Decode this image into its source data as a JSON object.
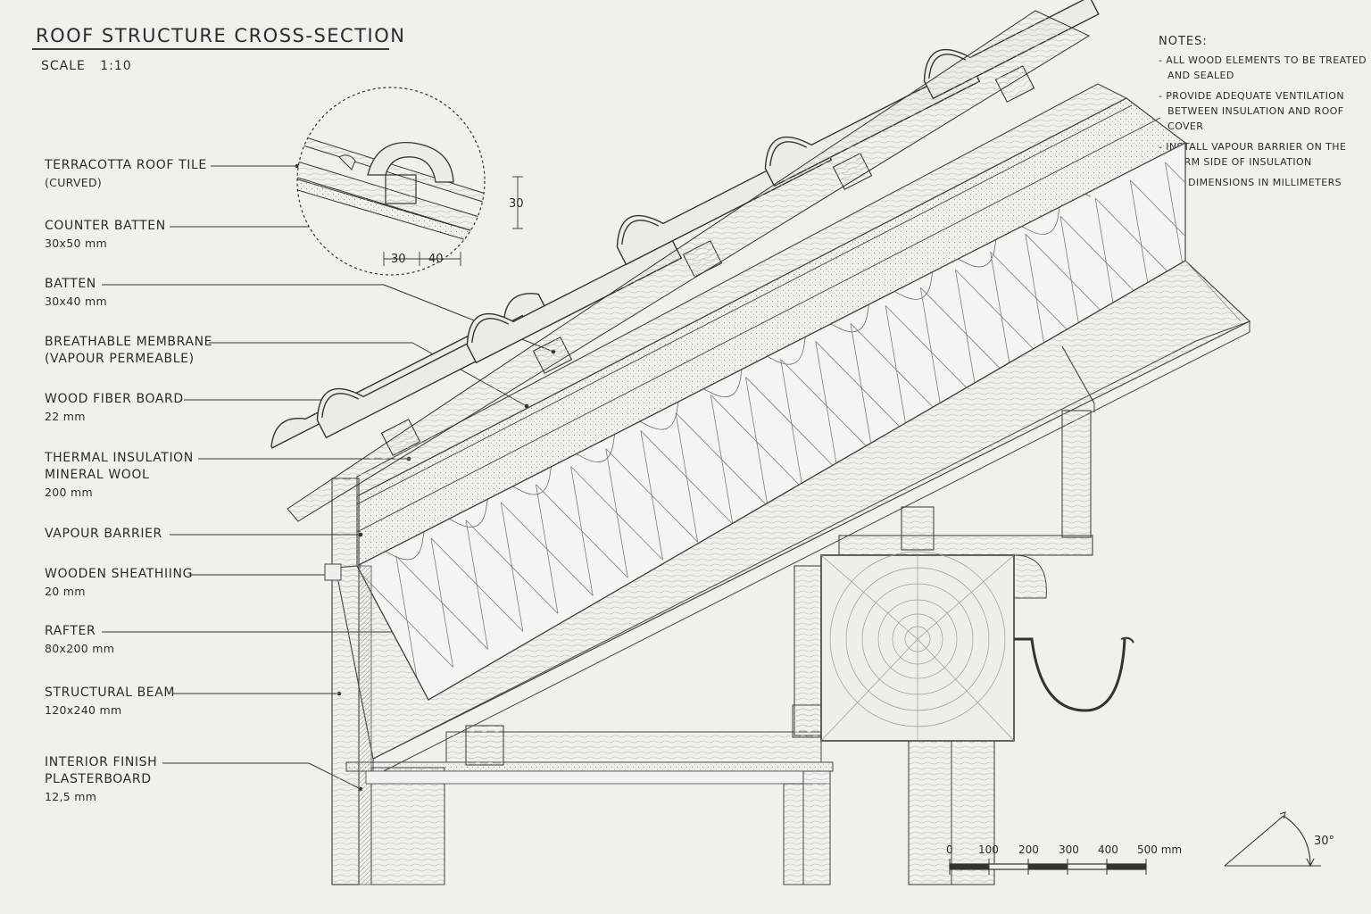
{
  "header": {
    "title": "ROOF STRUCTURE CROSS-SECTION",
    "scale": "SCALE   1:10"
  },
  "layers": [
    {
      "name": "TERRACOTTA ROOF TILE",
      "detail": "(CURVED)"
    },
    {
      "name": "COUNTER BATTEN",
      "detail": "30x50 mm"
    },
    {
      "name": "BATTEN",
      "detail": "30x40 mm"
    },
    {
      "name": "BREATHABLE MEMBRANE",
      "detail": "(VAPOUR PERMEABLE)"
    },
    {
      "name": "WOOD FIBER BOARD",
      "detail": "22 mm"
    },
    {
      "name": "THERMAL INSULATION",
      "name2": "MINERAL WOOL",
      "detail": "200 mm"
    },
    {
      "name": "VAPOUR BARRIER",
      "detail": ""
    },
    {
      "name": "WOODEN SHEATHIING",
      "detail": "20 mm"
    },
    {
      "name": "RAFTER",
      "detail": "80x200 mm"
    },
    {
      "name": "STRUCTURAL BEAM",
      "detail": "120x240 mm"
    },
    {
      "name": "INTERIOR FINISH",
      "name2": "PLASTERBOARD",
      "detail": "12,5 mm"
    }
  ],
  "notes": {
    "heading": "NOTES:",
    "items": [
      "- ALL WOOD ELEMENTS TO BE TREATED AND SEALED",
      "- PROVIDE ADEQUATE VENTILATION BETWEEN INSULATION AND ROOF COVER",
      "- INSTALL VAPOUR BARRIER ON THE WARM SIDE OF INSULATION",
      "- ALL DIMENSIONS IN MILLIMETERS"
    ]
  },
  "detail_dims": {
    "height": "30",
    "width_a": "30",
    "width_b": "40"
  },
  "scale_bar": {
    "ticks": [
      "0",
      "100",
      "200",
      "300",
      "400",
      "500 mm"
    ]
  },
  "angle": {
    "label": "30°"
  }
}
